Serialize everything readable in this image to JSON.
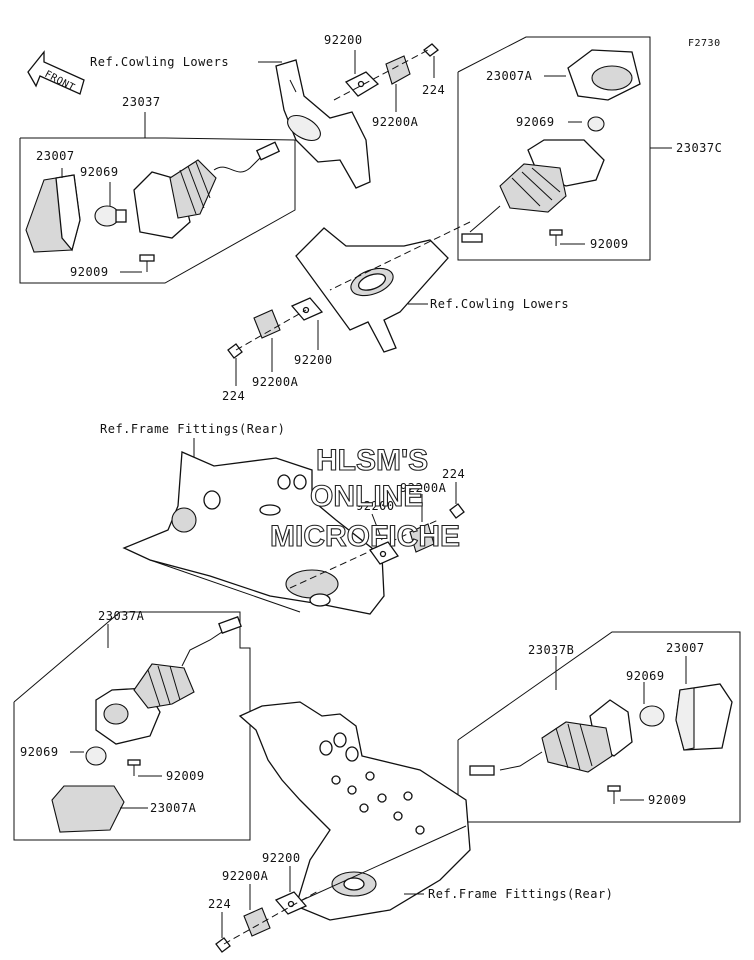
{
  "figure_code": "F2730",
  "front_badge": "FRONT",
  "watermark": [
    "HLSM'S",
    "ONLINE",
    "MICROFICHE"
  ],
  "refs": {
    "cowling_lowers_top": "Ref.Cowling Lowers",
    "cowling_lowers_mid": "Ref.Cowling Lowers",
    "frame_fittings_mid": "Ref.Frame Fittings(Rear)",
    "frame_fittings_bottom": "Ref.Frame Fittings(Rear)"
  },
  "assemblies": {
    "front_left": {
      "number": "23037",
      "lens": "23007",
      "bulb": "92069",
      "screw": "92009"
    },
    "front_right": {
      "number": "23037C",
      "lens": "23007A",
      "bulb": "92069",
      "screw": "92009"
    },
    "rear_left": {
      "number": "23037A",
      "lens": "23007A",
      "bulb": "92069",
      "screw": "92009"
    },
    "rear_right": {
      "number": "23037B",
      "lens": "23007",
      "bulb": "92069",
      "screw": "92009"
    }
  },
  "hardware": {
    "top": {
      "plate": "92200",
      "clip": "92200A",
      "bolt": "224"
    },
    "mid": {
      "plate": "92200",
      "clip": "92200A",
      "bolt": "224"
    },
    "rear": {
      "plate": "92200",
      "clip": "92200A",
      "bolt": "224"
    },
    "bottom": {
      "plate": "92200",
      "clip": "92200A",
      "bolt": "224"
    }
  }
}
